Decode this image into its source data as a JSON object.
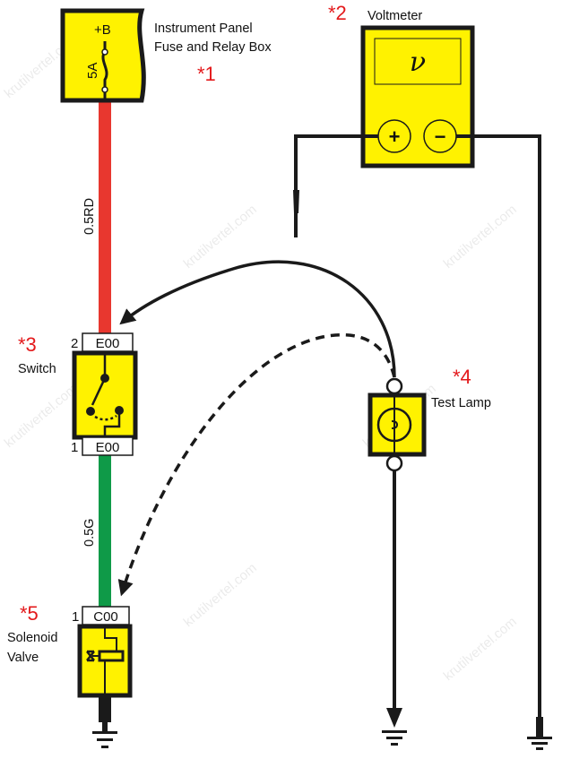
{
  "components": {
    "fuse_box": {
      "marker": "*1",
      "name_line1": "Instrument Panel",
      "name_line2": "Fuse and Relay Box",
      "terminal": "+B",
      "fuse_rating": "5A"
    },
    "voltmeter": {
      "marker": "*2",
      "name": "Voltmeter",
      "display_symbol": "ν",
      "plus": "+",
      "minus": "−"
    },
    "switch": {
      "marker": "*3",
      "name": "Switch",
      "top_pin": "2",
      "top_connector": "E00",
      "bottom_pin": "1",
      "bottom_connector": "E00"
    },
    "test_lamp": {
      "marker": "*4",
      "name": "Test Lamp"
    },
    "solenoid_valve": {
      "marker": "*5",
      "name_line1": "Solenoid",
      "name_line2": "Valve",
      "pin": "1",
      "connector": "C00"
    }
  },
  "wires": {
    "upper": {
      "label": "0.5RD",
      "color": "#e8372f"
    },
    "lower": {
      "label": "0.5G",
      "color": "#0f9a48"
    }
  },
  "colors": {
    "component_fill": "#fff200",
    "outline": "#1a1a1a",
    "marker": "#e3191b"
  },
  "watermark": "krutilvertel.com"
}
